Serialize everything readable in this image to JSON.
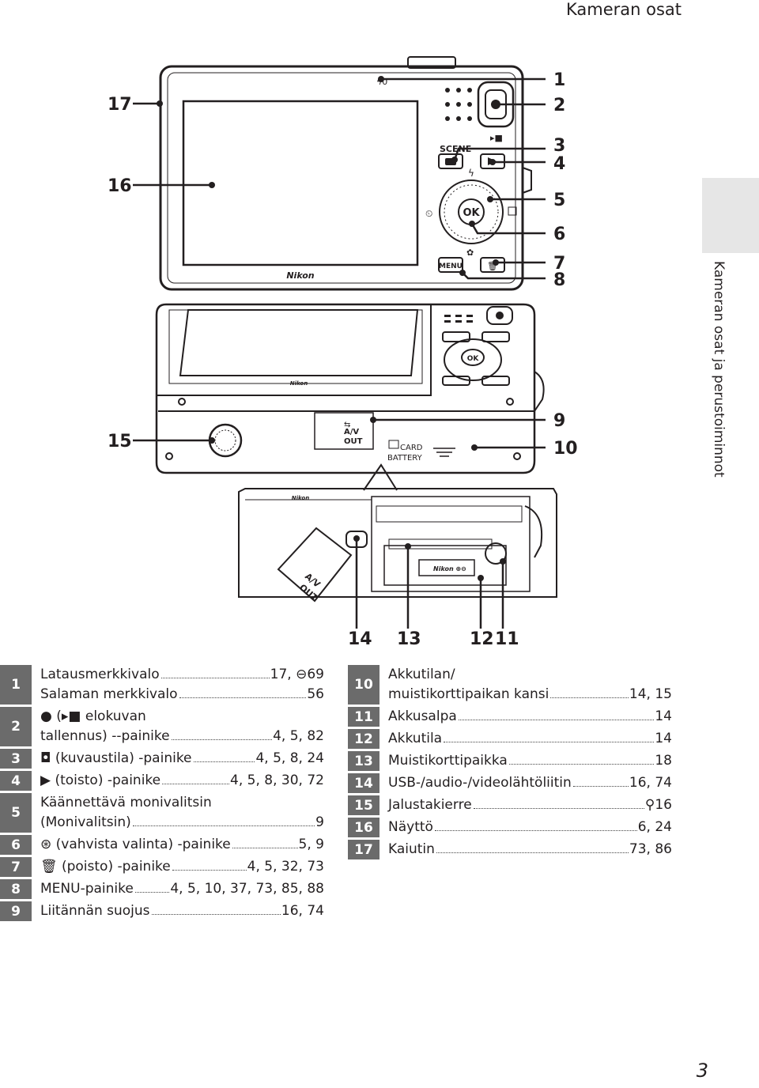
{
  "header": {
    "section_title": "Kameran osat"
  },
  "side_tab": {
    "label": "Kameran osat ja perustoiminnot"
  },
  "diagram": {
    "callouts": [
      "1",
      "2",
      "3",
      "4",
      "5",
      "6",
      "7",
      "8",
      "9",
      "10",
      "11",
      "12",
      "13",
      "14",
      "15",
      "16",
      "17"
    ],
    "camera_text": {
      "brand": "Nikon",
      "scene": "SCENE",
      "ok": "OK",
      "menu": "MENU",
      "av_out_1": "A/V",
      "av_out_2": "OUT",
      "card": "CARD",
      "battery": "BATTERY"
    }
  },
  "legend_left": [
    {
      "num": "1",
      "lines": [
        {
          "label": "Latausmerkkivalo",
          "page": "17, ⊖69"
        },
        {
          "label": "Salaman merkkivalo",
          "page": "56"
        }
      ]
    },
    {
      "num": "2",
      "lines": [
        {
          "label": "● (▸■ elokuvan",
          "page": ""
        },
        {
          "label": "tallennus) --painike",
          "page": "4, 5, 82"
        }
      ]
    },
    {
      "num": "3",
      "lines": [
        {
          "label": "◘ (kuvaustila) -painike",
          "page": "4, 5, 8, 24"
        }
      ]
    },
    {
      "num": "4",
      "lines": [
        {
          "label": "▶ (toisto) -painike",
          "page": "4, 5, 8, 30, 72"
        }
      ]
    },
    {
      "num": "5",
      "lines": [
        {
          "label": "Käännettävä monivalitsin",
          "page": ""
        },
        {
          "label": "(Monivalitsin)",
          "page": "9"
        }
      ]
    },
    {
      "num": "6",
      "lines": [
        {
          "label": "⊛ (vahvista valinta) -painike",
          "page": "5, 9"
        }
      ]
    },
    {
      "num": "7",
      "lines": [
        {
          "label": "🗑 (poisto) -painike",
          "page": "4, 5, 32, 73"
        }
      ]
    },
    {
      "num": "8",
      "lines": [
        {
          "label": "MENU-painike",
          "page": "4, 5, 10, 37, 73, 85, 88"
        }
      ]
    },
    {
      "num": "9",
      "lines": [
        {
          "label": "Liitännän suojus",
          "page": "16, 74"
        }
      ]
    }
  ],
  "legend_right": [
    {
      "num": "10",
      "lines": [
        {
          "label": "Akkutilan/",
          "page": ""
        },
        {
          "label": "muistikorttipaikan kansi",
          "page": "14, 15"
        }
      ]
    },
    {
      "num": "11",
      "lines": [
        {
          "label": "Akkusalpa",
          "page": "14"
        }
      ]
    },
    {
      "num": "12",
      "lines": [
        {
          "label": "Akkutila",
          "page": "14"
        }
      ]
    },
    {
      "num": "13",
      "lines": [
        {
          "label": "Muistikorttipaikka",
          "page": "18"
        }
      ]
    },
    {
      "num": "14",
      "lines": [
        {
          "label": "USB-/audio-/videolähtöliitin",
          "page": "16, 74"
        }
      ]
    },
    {
      "num": "15",
      "lines": [
        {
          "label": "Jalustakierre",
          "page": "⚲16"
        }
      ]
    },
    {
      "num": "16",
      "lines": [
        {
          "label": "Näyttö",
          "page": "6, 24"
        }
      ]
    },
    {
      "num": "17",
      "lines": [
        {
          "label": "Kaiutin",
          "page": "73, 86"
        }
      ]
    }
  ],
  "page_number": "3"
}
